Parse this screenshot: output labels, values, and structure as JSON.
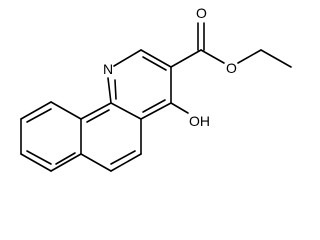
{
  "atoms": {
    "n_label": "N",
    "o_carbonyl_label": "O",
    "o_ester_label": "O",
    "oh_label": "OH"
  },
  "colors": {
    "bond": "#000000",
    "text": "#000000",
    "background": "#ffffff"
  }
}
